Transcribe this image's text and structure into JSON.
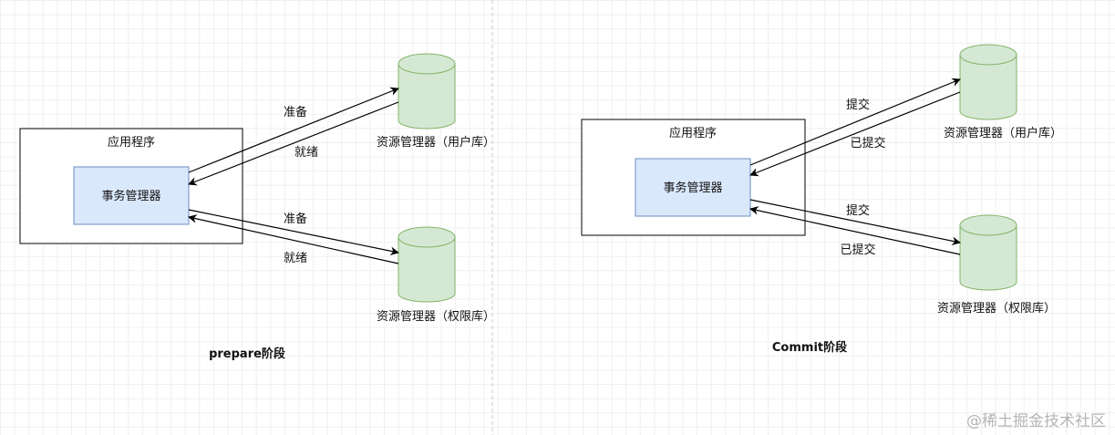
{
  "colors": {
    "tx_fill": "#dae8fc",
    "tx_stroke": "#6c8ebf",
    "db_fill": "#d5e8d4",
    "db_stroke": "#82b366",
    "box_stroke": "#000000",
    "arrow": "#000000",
    "divider": "#c8c8c8"
  },
  "left": {
    "app_title": "应用程序",
    "tx_manager": "事务管理器",
    "db_user_label": "资源管理器（用户库）",
    "db_perm_label": "资源管理器（权限库）",
    "arrow_to_user": "准备",
    "arrow_from_user": "就绪",
    "arrow_to_perm": "准备",
    "arrow_from_perm": "就绪",
    "phase_title": "prepare阶段"
  },
  "right": {
    "app_title": "应用程序",
    "tx_manager": "事务管理器",
    "db_user_label": "资源管理器（用户库）",
    "db_perm_label": "资源管理器（权限库）",
    "arrow_to_user": "提交",
    "arrow_from_user": "已提交",
    "arrow_to_perm": "提交",
    "arrow_from_perm": "已提交",
    "phase_title": "Commit阶段"
  },
  "watermark": "@稀土掘金技术社区"
}
